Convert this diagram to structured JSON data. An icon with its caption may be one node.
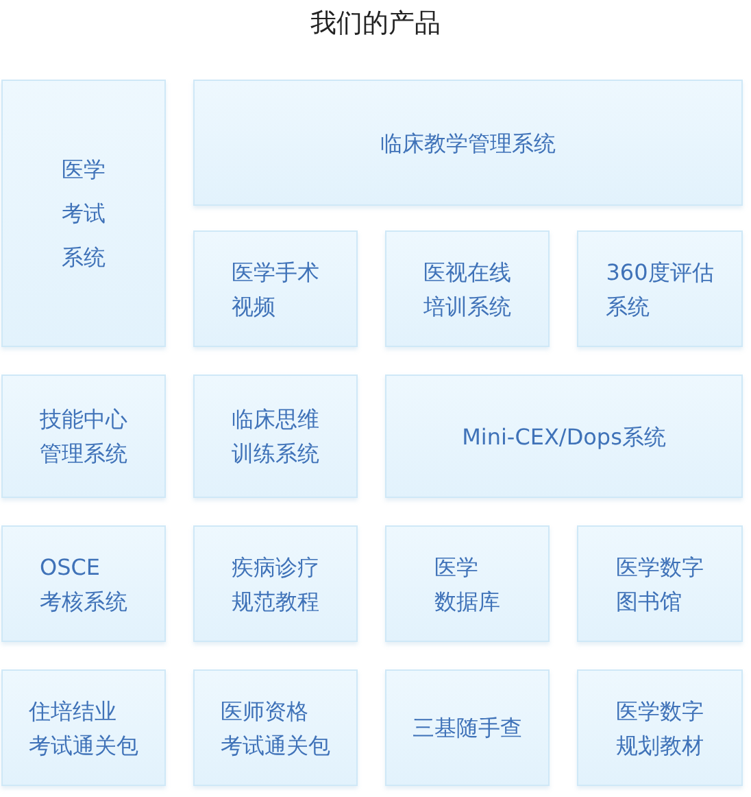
{
  "diagram": {
    "title": "我们的产品",
    "nodes": [
      {
        "text": [
          "医学考试系统"
        ]
      },
      {
        "text": [
          "临床教学管理系统"
        ]
      },
      {
        "text": [
          "医学手术视频"
        ]
      },
      {
        "text": [
          "医视在线培训系统"
        ]
      },
      {
        "text": [
          "360度评估系统"
        ]
      },
      {
        "text": [
          "技能中心管理系统"
        ]
      },
      {
        "text": [
          "临床思维训练系统"
        ]
      },
      {
        "text": [
          "Mini-CEX/Dops系统"
        ]
      },
      {
        "text": [
          "OSCE考核系统"
        ]
      },
      {
        "text": [
          "疾病诊疗规范教程"
        ]
      },
      {
        "text": [
          "医学数据库"
        ]
      },
      {
        "text": [
          "医学数字图书馆"
        ]
      },
      {
        "text": [
          "住培结业考试通关包"
        ]
      },
      {
        "text": [
          "医师资格考试通关包"
        ]
      },
      {
        "text": [
          "三基随手查"
        ]
      },
      {
        "text": [
          "医学数字规划教材"
        ]
      }
    ]
  }
}
